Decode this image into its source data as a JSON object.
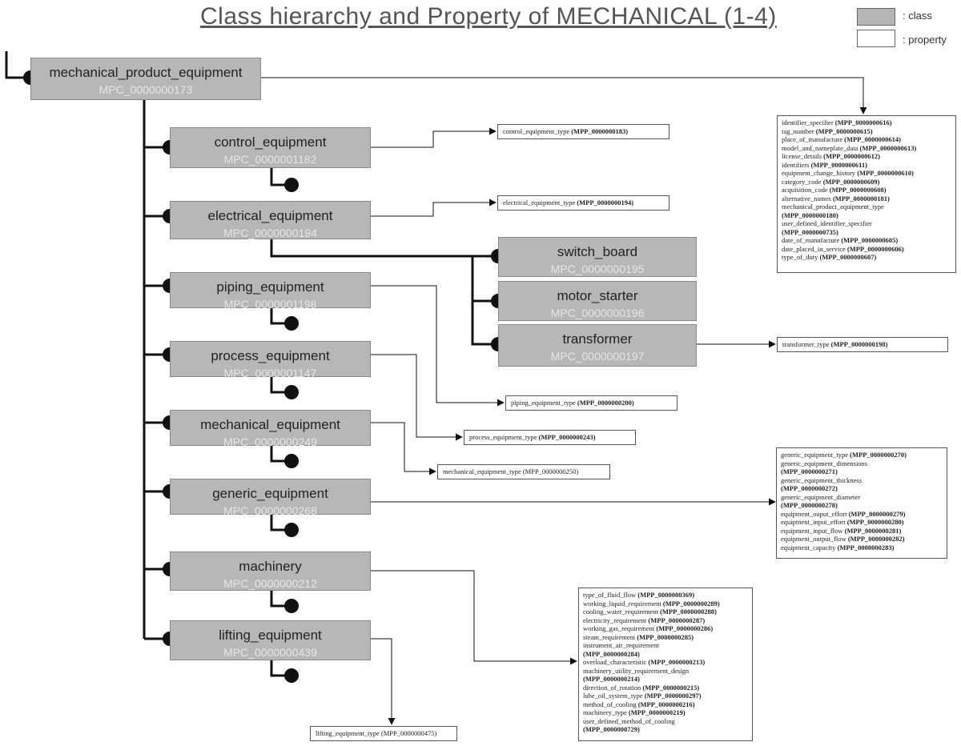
{
  "title": "Class hierarchy and Property of MECHANICAL (1-4)",
  "legend": {
    "class_label": ": class",
    "property_label": ": property"
  },
  "classes": {
    "root": {
      "name": "mechanical_product_equipment",
      "id": "MPC_0000000173"
    },
    "control": {
      "name": "control_equipment",
      "id": "MPC_0000001182"
    },
    "electrical": {
      "name": "electrical_equipment",
      "id": "MPC_0000000194"
    },
    "piping": {
      "name": "piping_equipment",
      "id": "MPC_0000001198"
    },
    "process": {
      "name": "process_equipment",
      "id": "MPC_0000001147"
    },
    "mechanical": {
      "name": "mechanical_equipment",
      "id": "MPC_0000000249"
    },
    "generic": {
      "name": "generic_equipment",
      "id": "MPC_0000000268"
    },
    "machinery": {
      "name": "machinery",
      "id": "MPC_0000000212"
    },
    "lifting": {
      "name": "lifting_equipment",
      "id": "MPC_0000000439"
    },
    "switch_board": {
      "name": "switch_board",
      "id": "MPC_0000000195"
    },
    "motor_starter": {
      "name": "motor_starter",
      "id": "MPC_0000000196"
    },
    "transformer": {
      "name": "transformer",
      "id": "MPC_0000000197"
    }
  },
  "properties": {
    "root": [
      {
        "name": "identifier_specifier",
        "id": "(MPP_0000000616)"
      },
      {
        "name": "tag_number",
        "id": "(MPP_0000000615)"
      },
      {
        "name": "place_of_manufacture",
        "id": "(MPP_0000000614)"
      },
      {
        "name": "model_and_nameplate_data",
        "id": "(MPP_0000000613)"
      },
      {
        "name": "license_details",
        "id": "(MPP_0000000612)"
      },
      {
        "name": "identifiers",
        "id": "(MPP_0000000611)"
      },
      {
        "name": "equipment_change_history",
        "id": "(MPP_0000000610)"
      },
      {
        "name": "category_code",
        "id": "(MPP_0000000609)"
      },
      {
        "name": "acquisition_code",
        "id": "(MPP_0000000608)"
      },
      {
        "name": "alternative_names",
        "id": "(MPP_0000000181)"
      },
      {
        "name": "mechanical_product_equipment_type",
        "id": ""
      },
      {
        "name": "",
        "id": "(MPP_0000000180)"
      },
      {
        "name": "user_defined_identifier_specifier",
        "id": ""
      },
      {
        "name": "",
        "id": "(MPP_0000000735)"
      },
      {
        "name": "date_of_manufacture",
        "id": "(MPP_0000000605)"
      },
      {
        "name": "date_placed_in_service",
        "id": "(MPP_0000000606)"
      },
      {
        "name": "type_of_duty",
        "id": "(MPP_0000000607)"
      }
    ],
    "control": {
      "name": "control_equipment_type",
      "id": "(MPP_0000000183)"
    },
    "electrical": {
      "name": "electrical_equipment_type",
      "id": "(MPP_0000000194)"
    },
    "transformer": {
      "name": "transformer_type",
      "id": "(MPP_0000000198)"
    },
    "piping": {
      "name": "piping_equipment_type",
      "id": "(MPP_0000000200)"
    },
    "process": {
      "name": "process_equipment_type",
      "id": "(MPP_0000000243)"
    },
    "mechanical": {
      "name": "mechanical_equipment_type",
      "id": "(MPP_0000000250)"
    },
    "generic": [
      {
        "name": "generic_equipment_type",
        "id": "(MPP_0000000270)"
      },
      {
        "name": "generic_equipment_dimensions",
        "id": ""
      },
      {
        "name": "",
        "id": "(MPP_0000000271)"
      },
      {
        "name": "generic_equipment_thickness",
        "id": ""
      },
      {
        "name": "",
        "id": "(MPP_0000000272)"
      },
      {
        "name": "generic_equipment_diameter",
        "id": ""
      },
      {
        "name": "",
        "id": "(MPP_0000000278)"
      },
      {
        "name": "equipment_ouput_effort",
        "id": "(MPP_0000000279)"
      },
      {
        "name": "equipment_input_effort",
        "id": "(MPP_0000000280)"
      },
      {
        "name": "equipment_input_flow",
        "id": "(MPP_0000000281)"
      },
      {
        "name": "equipment_output_flow",
        "id": "(MPP_0000000282)"
      },
      {
        "name": "equipment_capacity",
        "id": "(MPP_0000000283)"
      }
    ],
    "machinery": [
      {
        "name": "type_of_fluid_flow",
        "id": "(MPP_0000000369)"
      },
      {
        "name": "working_liquid_requirement",
        "id": "(MPP_0000000289)"
      },
      {
        "name": "cooling_water_requirement",
        "id": "(MPP_0000000288)"
      },
      {
        "name": "electricity_requirement",
        "id": "(MPP_0000000287)"
      },
      {
        "name": "working_gas_requirement",
        "id": "(MPP_0000000286)"
      },
      {
        "name": "steam_requirement",
        "id": "(MPP_0000000285)"
      },
      {
        "name": "instrument_air_requirement",
        "id": ""
      },
      {
        "name": "",
        "id": "(MPP_0000000284)"
      },
      {
        "name": "overload_characteristic",
        "id": "(MPP_0000000213)"
      },
      {
        "name": "machinery_utility_requirement_design",
        "id": ""
      },
      {
        "name": "",
        "id": "(MPP_0000000214)"
      },
      {
        "name": "direction_of_rotation",
        "id": "(MPP_0000000215)"
      },
      {
        "name": "lube_oil_system_type",
        "id": "(MPP_0000000297)"
      },
      {
        "name": "method_of_cooling",
        "id": "(MPP_0000000216)"
      },
      {
        "name": "machinery_type",
        "id": "(MPP_0000000219)"
      },
      {
        "name": "user_defined_method_of_cooling",
        "id": ""
      },
      {
        "name": "",
        "id": "(MPP_0000000729)"
      }
    ],
    "lifting": {
      "name": "lifting_equipment_type",
      "id": "(MPP_0000000475)"
    }
  },
  "colors": {
    "class_fill": "#b7b7b7",
    "class_id_text": "#e6e6e6",
    "line": "#111111",
    "title": "#555555"
  }
}
